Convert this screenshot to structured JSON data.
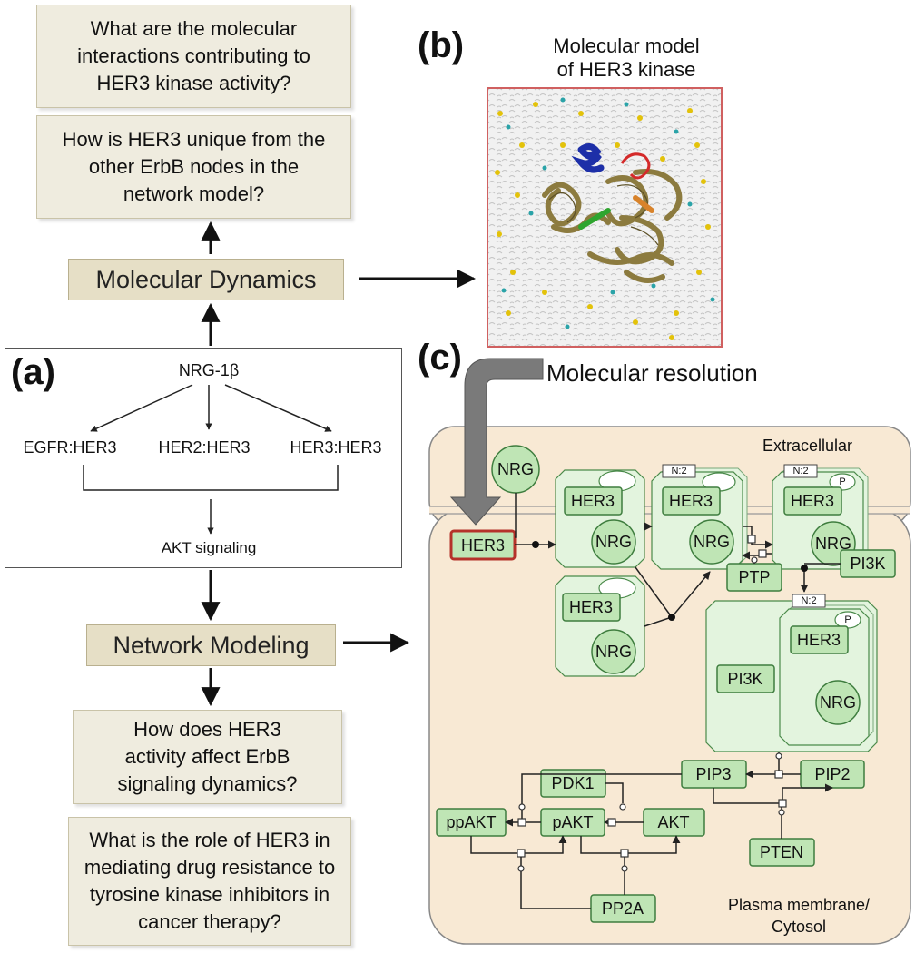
{
  "questions": {
    "q1": "What are the molecular\ninteractions contributing to\nHER3 kinase activity?",
    "q2": "How is HER3 unique from the\nother ErbB nodes in the\nnetwork model?",
    "q3": "How does HER3\nactivity affect ErbB\nsignaling dynamics?",
    "q4": "What is the role of HER3 in\nmediating drug resistance to\ntyrosine kinase inhibitors in\ncancer therapy?"
  },
  "steps": {
    "molecular_dynamics": "Molecular Dynamics",
    "network_modeling": "Network Modeling"
  },
  "panel_a": {
    "label": "(a)",
    "ligand": "NRG-1β",
    "dimers": [
      "EGFR:HER3",
      "HER2:HER3",
      "HER3:HER3"
    ],
    "output": "AKT signaling"
  },
  "panel_b": {
    "label": "(b)",
    "title": "Molecular model\nof HER3 kinase"
  },
  "panel_c": {
    "label": "(c)",
    "arrow_label": "Molecular resolution",
    "compartments": {
      "extracellular": "Extracellular",
      "cytosol": "Plasma membrane/\nCytosol"
    },
    "multimer_tag": "N:2",
    "phospho_tag": "P",
    "nodes": {
      "nrg": "NRG",
      "her3": "HER3",
      "ptp": "PTP",
      "pi3k": "PI3K",
      "pip3": "PIP3",
      "pip2": "PIP2",
      "pdk1": "PDK1",
      "ppakt": "ppAKT",
      "pakt": "pAKT",
      "akt": "AKT",
      "pten": "PTEN",
      "pp2a": "PP2A"
    }
  },
  "colors": {
    "question_fill": "#efecdf",
    "step_fill": "#e6dfc6",
    "cell_fill": "#f8e9d4",
    "node_fill": "#bfe5b5",
    "node_border": "#3e7d3e",
    "complex_fill": "#e3f4de",
    "highlight_border": "#b5322a",
    "gray_arrow": "#7a7a7a"
  }
}
